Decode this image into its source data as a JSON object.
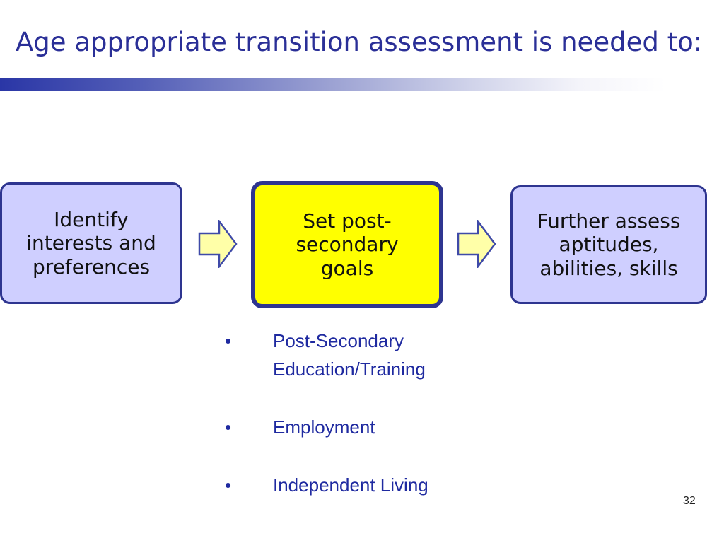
{
  "slide": {
    "title": "Age appropriate transition assessment is needed to:",
    "page_number": "32"
  },
  "flow": {
    "boxes": [
      {
        "lines": [
          "Identify",
          "interests and",
          "preferences"
        ]
      },
      {
        "lines": [
          "Set post-",
          "secondary",
          "goals"
        ]
      },
      {
        "lines": [
          "Further assess",
          "aptitudes,",
          "abilities, skills"
        ]
      }
    ]
  },
  "bullets": [
    {
      "marker": "•",
      "lines": [
        "Post-Secondary",
        "Education/Training"
      ]
    },
    {
      "marker": "•",
      "lines": [
        "Employment"
      ]
    },
    {
      "marker": "•",
      "lines": [
        "Independent Living"
      ]
    }
  ],
  "colors": {
    "title_text": "#2a2f97",
    "box_border": "#2e3590",
    "side_box_fill": "#cfcfff",
    "center_box_fill": "#ffff00",
    "arrow_fill": "#ffffa8",
    "arrow_stroke": "#3f4aa8",
    "bullet_text": "#1f2aa0"
  }
}
